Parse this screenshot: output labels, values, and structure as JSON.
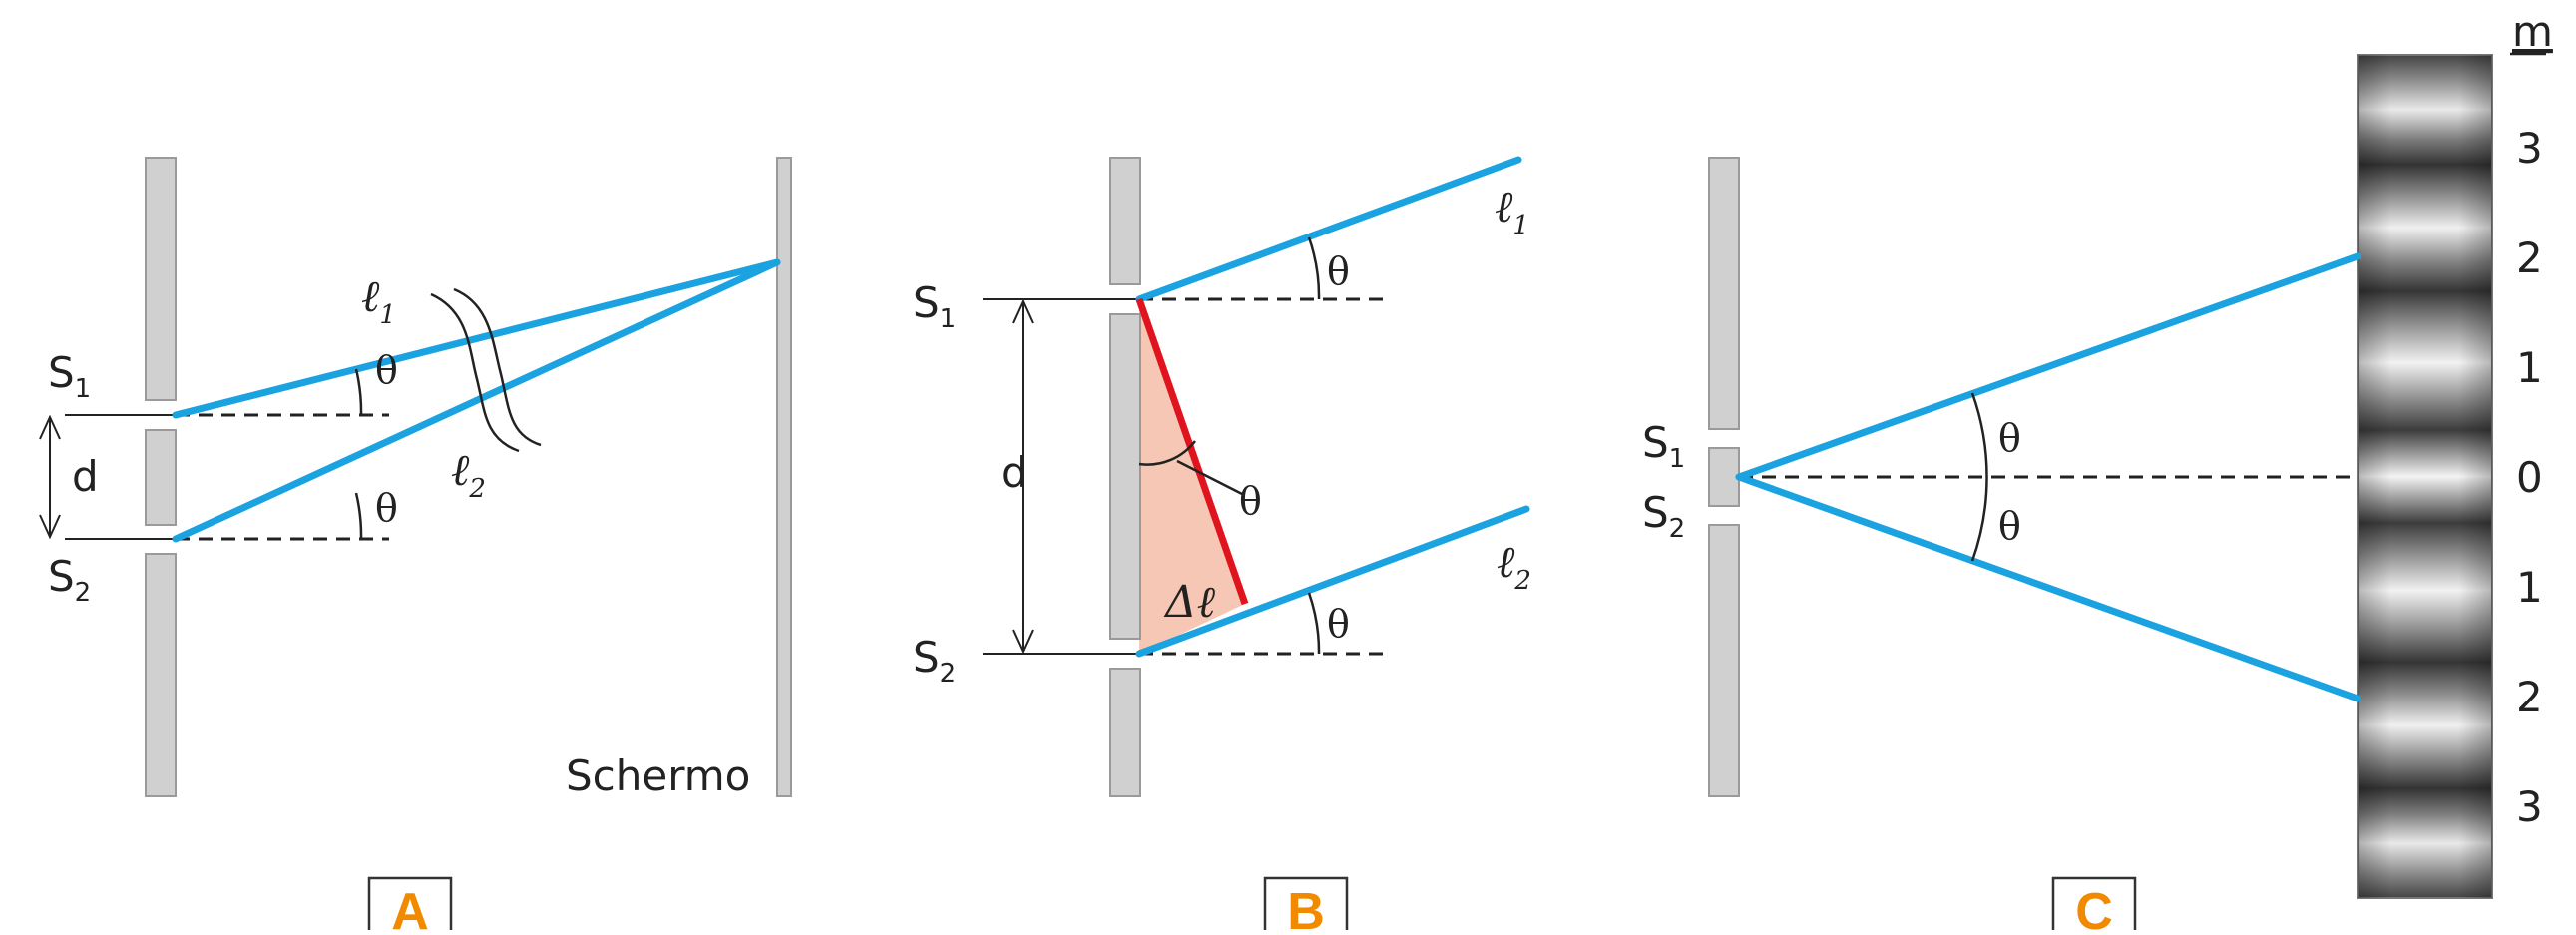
{
  "colors": {
    "ray": "#1aa3e0",
    "path_difference": "#e0141e",
    "triangle_fill": "#f6c7b4",
    "barrier": "#d0d0d0",
    "barrier_stroke": "#9a9a9a",
    "text": "#222222",
    "figure_letter": "#f28a00"
  },
  "panel_a": {
    "s1": "S",
    "s1_sub": "1",
    "s2": "S",
    "s2_sub": "2",
    "d": "d",
    "l1": "ℓ",
    "l1_sub": "1",
    "l2": "ℓ",
    "l2_sub": "2",
    "theta_top": "θ",
    "theta_bottom": "θ",
    "screen": "Schermo",
    "figure": "A"
  },
  "panel_b": {
    "s1": "S",
    "s1_sub": "1",
    "s2": "S",
    "s2_sub": "2",
    "d": "d",
    "l1": "ℓ",
    "l1_sub": "1",
    "l2": "ℓ",
    "l2_sub": "2",
    "theta_top": "θ",
    "theta_mid": "θ",
    "theta_bottom": "θ",
    "delta_l": "Δℓ",
    "figure": "B"
  },
  "panel_c": {
    "s1": "S",
    "s1_sub": "1",
    "s2": "S",
    "s2_sub": "2",
    "theta_top": "θ",
    "theta_bottom": "θ",
    "m_header": "m",
    "orders": [
      "3",
      "2",
      "1",
      "0",
      "1",
      "2",
      "3"
    ],
    "figure": "C"
  }
}
